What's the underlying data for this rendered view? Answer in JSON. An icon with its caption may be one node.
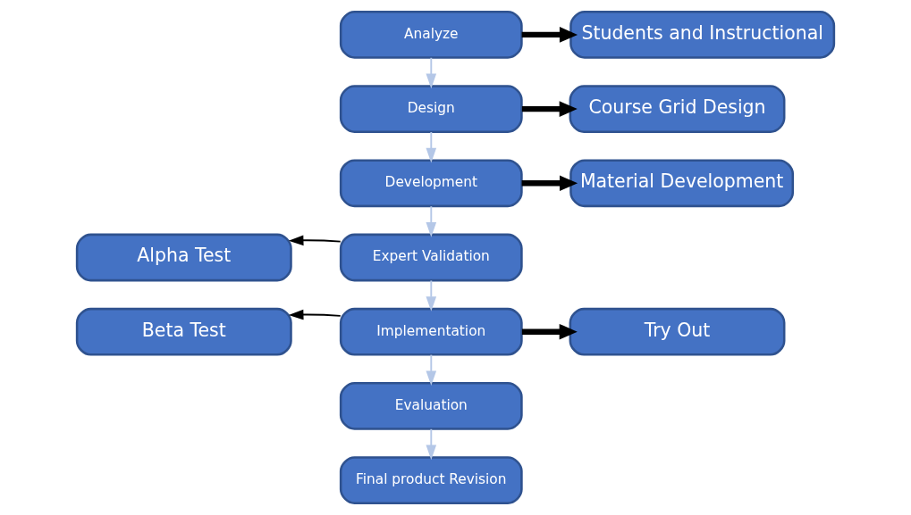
{
  "diagram": {
    "nodes": [
      {
        "text": [
          "Analyze"
        ]
      },
      {
        "text": [
          "Design"
        ]
      },
      {
        "text": [
          "Development"
        ]
      },
      {
        "text": [
          "Expert Validation"
        ]
      },
      {
        "text": [
          "Implementation"
        ]
      },
      {
        "text": [
          "Evaluation"
        ]
      },
      {
        "text": [
          "Final product Revision"
        ]
      },
      {
        "text": [
          "Students and Instructional"
        ]
      },
      {
        "text": [
          "Course Grid Design"
        ]
      },
      {
        "text": [
          "Material Development"
        ]
      },
      {
        "text": [
          "Alpha Test"
        ]
      },
      {
        "text": [
          "Beta Test"
        ]
      },
      {
        "text": [
          "Try Out"
        ]
      }
    ],
    "edges": [
      {
        "from": 0,
        "to": 1,
        "arrow": "to",
        "color": "#b4c7e7"
      },
      {
        "from": 1,
        "to": 2,
        "arrow": "to",
        "color": "#b4c7e7"
      },
      {
        "from": 2,
        "to": 3,
        "arrow": "to",
        "color": "#b4c7e7"
      },
      {
        "from": 3,
        "to": 4,
        "arrow": "to",
        "color": "#b4c7e7"
      },
      {
        "from": 4,
        "to": 5,
        "arrow": "to",
        "color": "#b4c7e7"
      },
      {
        "from": 5,
        "to": 6,
        "arrow": "to",
        "color": "#b4c7e7"
      },
      {
        "from": 0,
        "to": 7,
        "arrow": "to",
        "style": "thick",
        "color": "#000000"
      },
      {
        "from": 1,
        "to": 8,
        "arrow": "to",
        "style": "thick",
        "color": "#000000"
      },
      {
        "from": 2,
        "to": 9,
        "arrow": "to",
        "style": "thick",
        "color": "#000000"
      },
      {
        "from": 3,
        "to": 10,
        "arrow": "to",
        "color": "#000000"
      },
      {
        "from": 4,
        "to": 11,
        "arrow": "to",
        "color": "#000000"
      },
      {
        "from": 4,
        "to": 12,
        "arrow": "to",
        "style": "thick",
        "color": "#000000"
      }
    ]
  }
}
